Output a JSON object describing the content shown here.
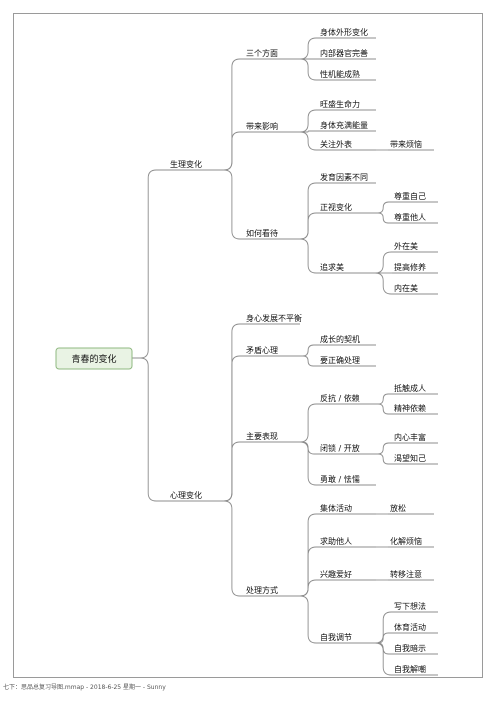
{
  "title": "青春的变化",
  "footer": "七下：思品总复习导图.mmap - 2018-6-25 星期一 - Sunny",
  "colors": {
    "line": "#8d8d8d",
    "root_fill": "#e9f3e4",
    "root_border": "#8fb880"
  },
  "branches": [
    {
      "label": "生理变化",
      "children": [
        {
          "label": "三个方面",
          "children": [
            {
              "label": "身体外形变化"
            },
            {
              "label": "内部器官完善"
            },
            {
              "label": "性机能成熟"
            }
          ]
        },
        {
          "label": "带来影响",
          "children": [
            {
              "label": "旺盛生命力"
            },
            {
              "label": "身体充满能量"
            },
            {
              "label": "关注外表",
              "children": [
                {
                  "label": "带来烦恼"
                }
              ]
            }
          ]
        },
        {
          "label": "如何看待",
          "children": [
            {
              "label": "发育因素不同"
            },
            {
              "label": "正视变化",
              "children": [
                {
                  "label": "尊重自己"
                },
                {
                  "label": "尊重他人"
                }
              ]
            },
            {
              "label": "追求美",
              "children": [
                {
                  "label": "外在美"
                },
                {
                  "label": "提高修养"
                },
                {
                  "label": "内在美"
                }
              ]
            }
          ]
        }
      ]
    },
    {
      "label": "心理变化",
      "children": [
        {
          "label": "身心发展不平衡"
        },
        {
          "label": "矛盾心理",
          "children": [
            {
              "label": "成长的契机"
            },
            {
              "label": "要正确处理"
            }
          ]
        },
        {
          "label": "主要表现",
          "children": [
            {
              "label": "反抗 / 依赖",
              "children": [
                {
                  "label": "抵触成人"
                },
                {
                  "label": "精神依赖"
                }
              ]
            },
            {
              "label": "闭锁 / 开放",
              "children": [
                {
                  "label": "内心丰富"
                },
                {
                  "label": "渴望知己"
                }
              ]
            },
            {
              "label": "勇敢 / 怯懦"
            }
          ]
        },
        {
          "label": "处理方式",
          "children": [
            {
              "label": "集体活动",
              "children": [
                {
                  "label": "放松"
                }
              ]
            },
            {
              "label": "求助他人",
              "children": [
                {
                  "label": "化解烦恼"
                }
              ]
            },
            {
              "label": "兴趣爱好",
              "children": [
                {
                  "label": "转移注意"
                }
              ]
            },
            {
              "label": "自我调节",
              "children": [
                {
                  "label": "写下想法"
                },
                {
                  "label": "体育活动"
                },
                {
                  "label": "自我暗示"
                },
                {
                  "label": "自我解嘲"
                }
              ]
            }
          ]
        }
      ]
    }
  ]
}
